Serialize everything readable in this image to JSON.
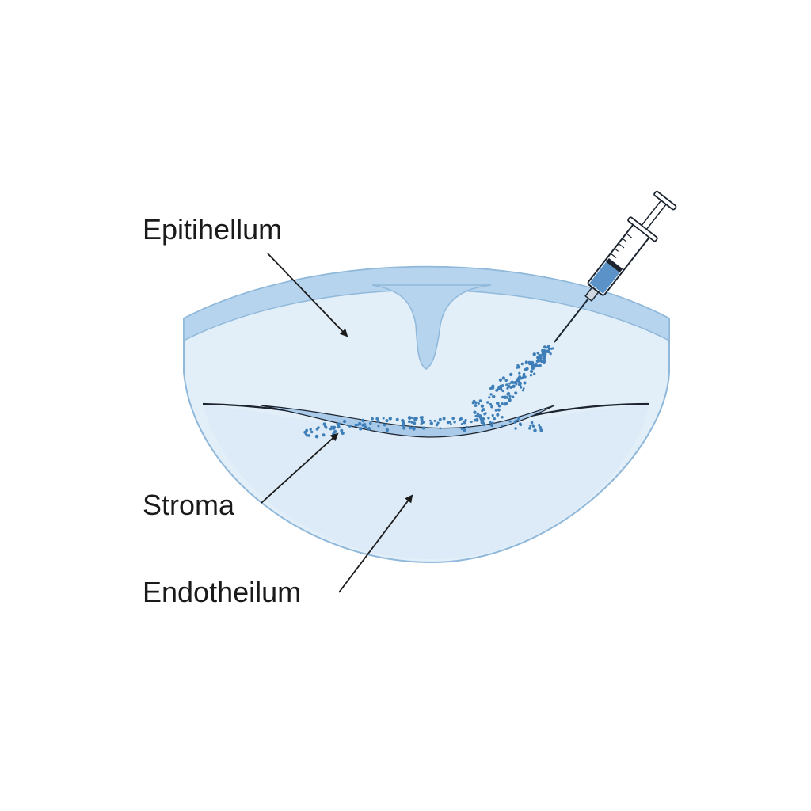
{
  "labels": {
    "epithelium": "Epitihellum",
    "stroma": "Stroma",
    "endothelium": "Endotheilum"
  },
  "colors": {
    "tissue_fill": "#dcebf7",
    "tissue_outline": "#8fb8da",
    "epithelium_band": "#b6d4ee",
    "particles": "#3f7fb8",
    "layer_line": "#1c2430",
    "arrow": "#1a1a1a",
    "syringe_fluid": "#5b93c9"
  },
  "icons": {
    "injector": "syringe-icon"
  }
}
